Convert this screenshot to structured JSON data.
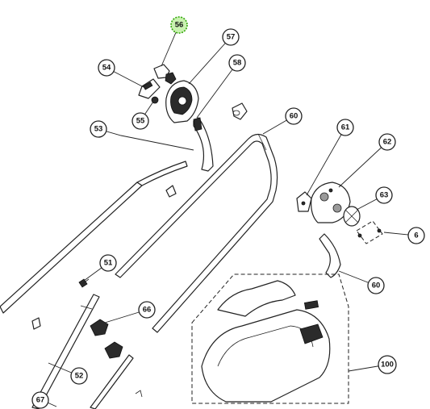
{
  "callouts": [
    {
      "id": "56",
      "label": "56",
      "highlighted": true
    },
    {
      "id": "57",
      "label": "57"
    },
    {
      "id": "54",
      "label": "54"
    },
    {
      "id": "58",
      "label": "58"
    },
    {
      "id": "55",
      "label": "55"
    },
    {
      "id": "53",
      "label": "53"
    },
    {
      "id": "60a",
      "label": "60"
    },
    {
      "id": "61",
      "label": "61"
    },
    {
      "id": "62",
      "label": "62"
    },
    {
      "id": "63",
      "label": "63"
    },
    {
      "id": "6",
      "label": "6"
    },
    {
      "id": "51",
      "label": "51"
    },
    {
      "id": "60b",
      "label": "60"
    },
    {
      "id": "66",
      "label": "66"
    },
    {
      "id": "52",
      "label": "52"
    },
    {
      "id": "100",
      "label": "100"
    },
    {
      "id": "67",
      "label": "67"
    }
  ],
  "colors": {
    "highlight_fill": "#c9f2b0",
    "highlight_stroke": "#33a60a",
    "line": "#222222"
  }
}
